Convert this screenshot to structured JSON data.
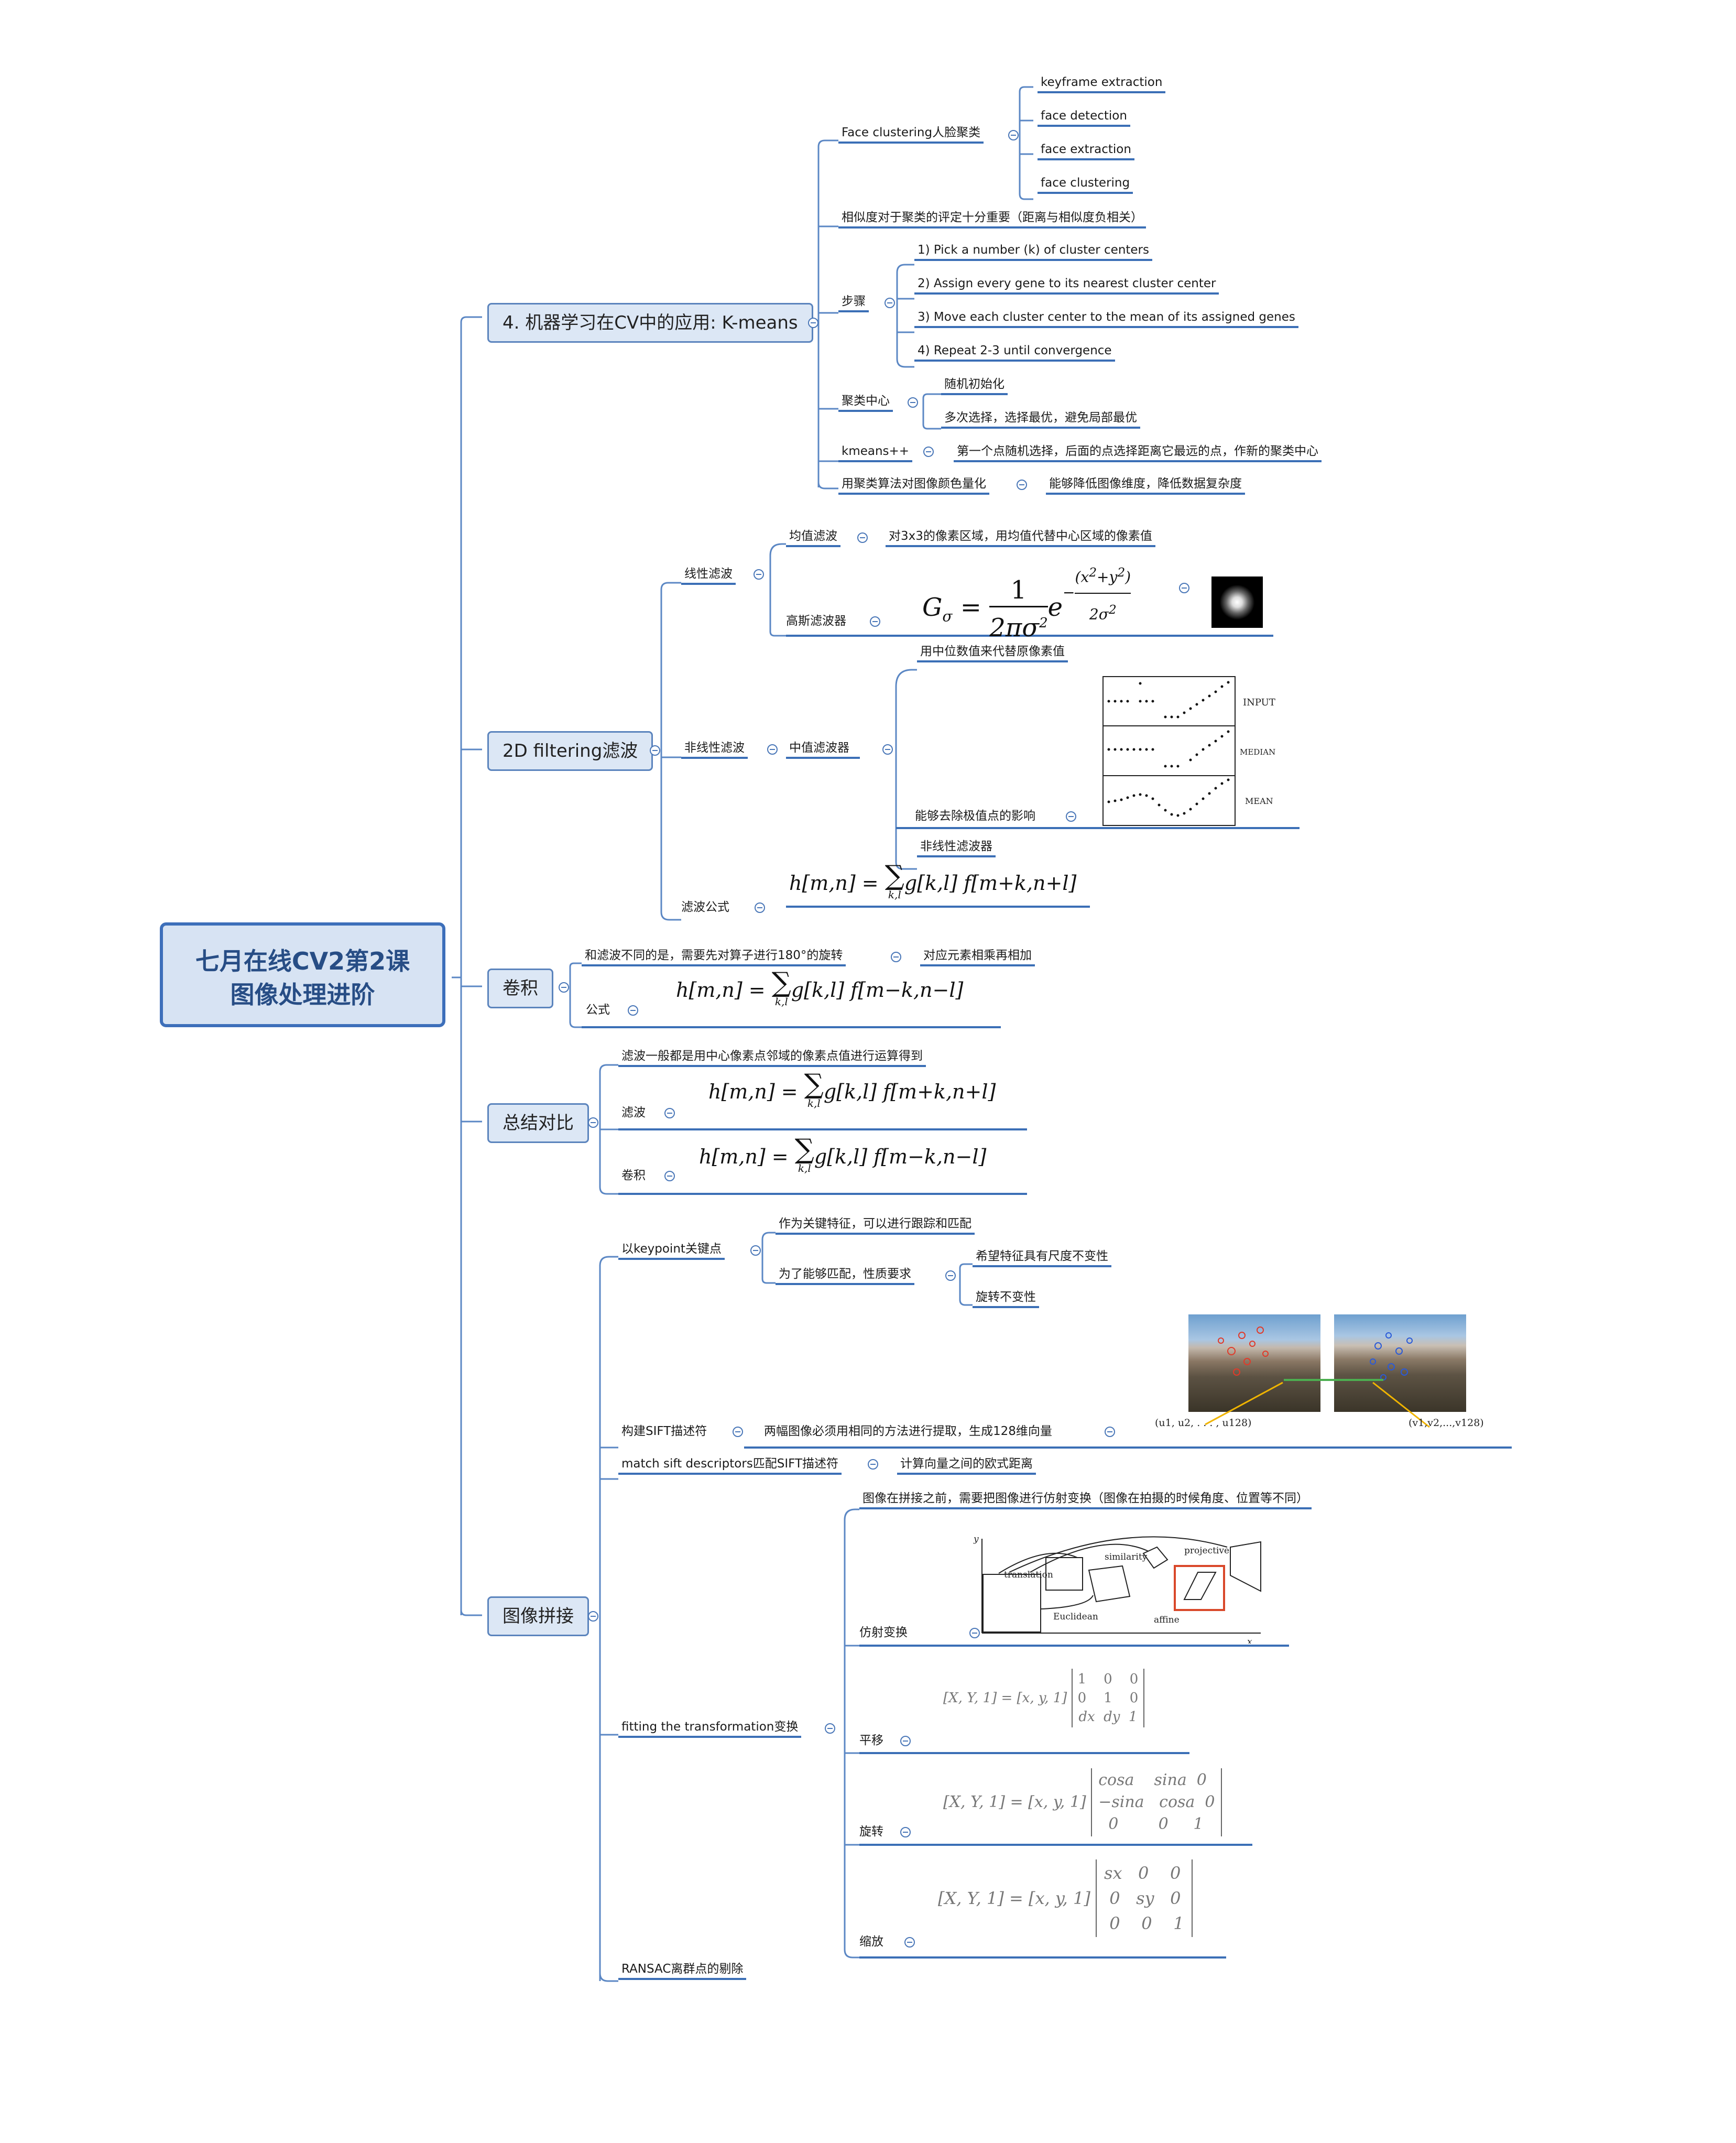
{
  "root": {
    "line1": "七月在线CV2第2课",
    "line2": "图像处理进阶"
  },
  "kmeans": {
    "title": "4. 机器学习在CV中的应用: K-means",
    "face_clustering": "Face clustering人脸聚类",
    "face_items": [
      "keyframe extraction",
      "face detection",
      "face extraction",
      "face clustering"
    ],
    "similarity": "相似度对于聚类的评定十分重要（距离与相似度负相关）",
    "steps_label": "步骤",
    "steps": [
      "1) Pick a number (k) of cluster centers",
      "2) Assign every gene to its nearest cluster center",
      "3) Move each cluster center to the mean of its assigned genes",
      "4) Repeat 2-3 until convergence"
    ],
    "centers_label": "聚类中心",
    "centers": [
      "随机初始化",
      "多次选择，选择最优，避免局部最优"
    ],
    "kpp_label": "kmeans++",
    "kpp_desc": "第一个点随机选择，后面的点选择距离它最远的点，作新的聚类中心",
    "quant_label": "用聚类算法对图像颜色量化",
    "quant_desc": "能够降低图像维度，降低数据复杂度"
  },
  "filtering": {
    "title": "2D filtering滤波",
    "linear": "线性滤波",
    "mean": "均值滤波",
    "mean_desc": "对3x3的像素区域，用均值代替中心区域的像素值",
    "gauss": "高斯滤波器",
    "nonlinear": "非线性滤波",
    "median": "中值滤波器",
    "median_desc": "用中位数值来代替原像素值",
    "outlier": "能够去除极值点的影响",
    "nonlinear_filter": "非线性滤波器",
    "formula_label": "滤波公式",
    "plot_labels": [
      "INPUT",
      "MEDIAN",
      "MEAN"
    ]
  },
  "conv": {
    "title": "卷积",
    "rotate": "和滤波不同的是，需要先对算子进行180°的旋转",
    "multiply": "对应元素相乘再相加",
    "formula_label": "公式"
  },
  "summary": {
    "title": "总结对比",
    "desc": "滤波一般都是用中心像素点邻域的像素点值进行运算得到",
    "filter_label": "滤波",
    "conv_label": "卷积"
  },
  "stitch": {
    "title": "图像拼接",
    "keypoint": "以keypoint关键点",
    "keypoint_track": "作为关键特征，可以进行跟踪和匹配",
    "keypoint_req": "为了能够匹配，性质要求",
    "scale_inv": "希望特征具有尺度不变性",
    "rot_inv": "旋转不变性",
    "sift": "构建SIFT描述符",
    "sift_desc": "两幅图像必须用相同的方法进行提取，生成128维向量",
    "u_vec": "(u1, u2, . . . , u128)",
    "v_vec": "(v1,v2,...,v128)",
    "match": "match sift descriptors匹配SIFT描述符",
    "match_desc": "计算向量之间的欧式距离",
    "fitting": "fitting the transformation变换",
    "affine_pre": "图像在拼接之前，需要把图像进行仿射变换（图像在拍摄的时候角度、位置等不同）",
    "affine": "仿射变换",
    "translate": "平移",
    "rotate": "旋转",
    "scale": "缩放",
    "ransac": "RANSAC离群点的剔除",
    "tf_labels": [
      "translation",
      "similarity",
      "projective",
      "Euclidean",
      "affine",
      "x",
      "y"
    ]
  },
  "colors": {
    "line": "#5b87c4",
    "underline": "#3b6fb6",
    "box_fill": "#dce7f5",
    "root_border": "#3d6fba",
    "root_text": "#274d85"
  }
}
